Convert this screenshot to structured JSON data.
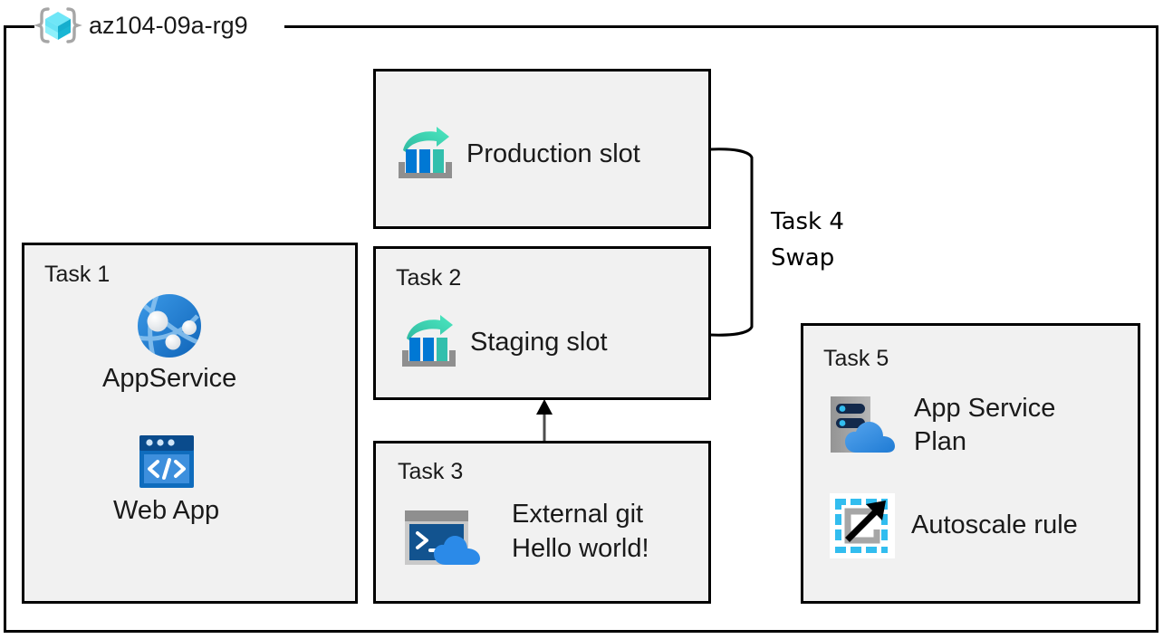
{
  "diagram": {
    "resource_group": {
      "name": "az104-09a-rg9",
      "icon": "resource-group-cube-icon"
    },
    "boxes": [
      {
        "id": "production",
        "title": "",
        "items": [
          {
            "icon": "deployment-slot-icon",
            "label": "Production slot"
          }
        ]
      },
      {
        "id": "task1",
        "title": "Task 1",
        "items": [
          {
            "icon": "app-service-icon",
            "label": "AppService"
          },
          {
            "icon": "web-app-icon",
            "label": "Web App"
          }
        ]
      },
      {
        "id": "task2",
        "title": "Task 2",
        "items": [
          {
            "icon": "deployment-slot-icon",
            "label": "Staging slot"
          }
        ]
      },
      {
        "id": "task3",
        "title": "Task 3",
        "items": [
          {
            "icon": "cloud-shell-icon",
            "label": "External git\nHello world!"
          }
        ]
      },
      {
        "id": "task5",
        "title": "Task 5",
        "items": [
          {
            "icon": "app-service-plan-icon",
            "label": "App Service Plan"
          },
          {
            "icon": "autoscale-rule-icon",
            "label": "Autoscale rule"
          }
        ]
      }
    ],
    "annotations": [
      {
        "id": "swap",
        "label": "Task 4\nSwap",
        "icon": "swap-bracket-connector"
      }
    ],
    "connectors": [
      {
        "id": "swap-bracket",
        "from": "production",
        "to": "task2",
        "style": "rounded-bracket"
      },
      {
        "id": "deploy-arrow",
        "from": "task3",
        "to": "task2",
        "style": "arrow-up"
      }
    ],
    "colors": {
      "box_fill": "#f1f1f1",
      "box_border": "#000000",
      "azure_blue": "#0078d4",
      "azure_dark_blue": "#005ba1",
      "teal": "#32bfad",
      "green_arrow": "#4ce0b3",
      "gray": "#9a9a9a",
      "cyan": "#32bdef",
      "navy": "#13294b",
      "text": "#1a1a1a"
    }
  }
}
